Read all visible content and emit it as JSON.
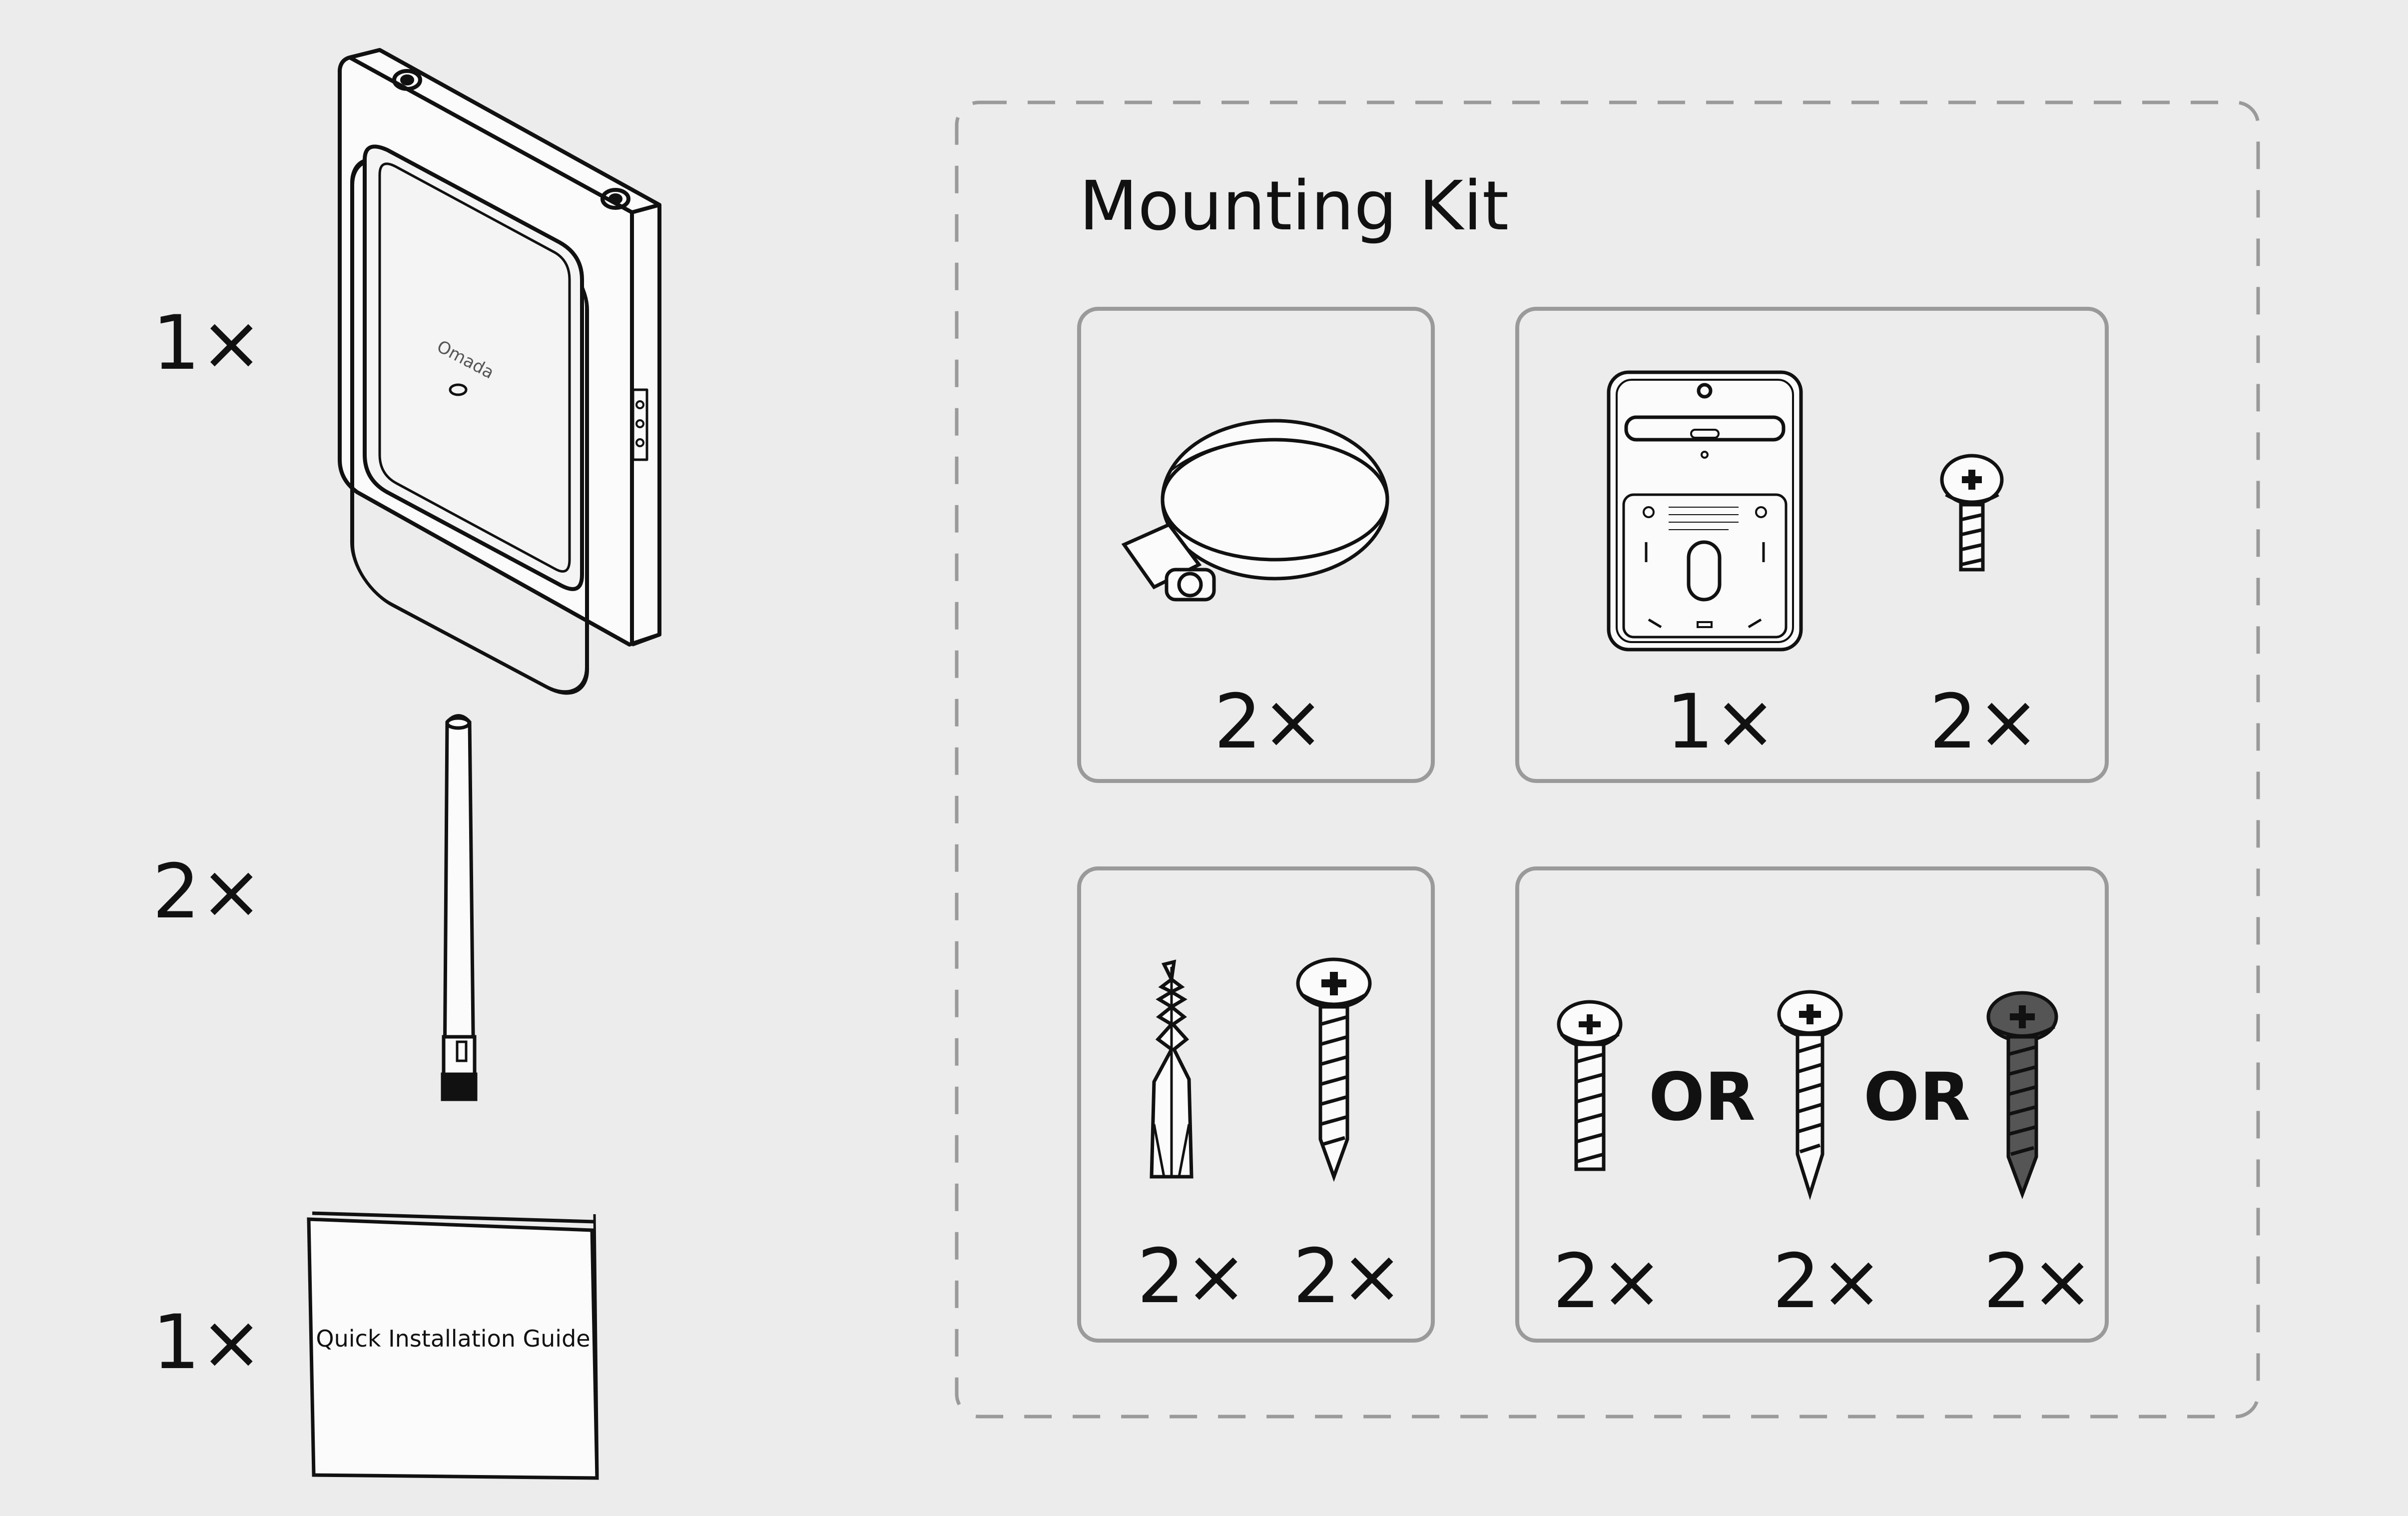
{
  "contents": {
    "router_qty": "1×",
    "antenna_qty": "2×",
    "guide_qty": "1×",
    "guide_title": "Quick Installation Guide",
    "router_brand": "Omada"
  },
  "mounting_kit": {
    "title": "Mounting Kit",
    "clamp_qty": "2×",
    "plate_qty": "1×",
    "plate_screw_qty": "2×",
    "anchor_qty": "2×",
    "wall_screw_qty": "2×",
    "screw_option_1_qty": "2×",
    "screw_option_2_qty": "2×",
    "screw_option_3_qty": "2×",
    "or_1": "OR",
    "or_2": "OR"
  },
  "colors": {
    "background": "#ececec",
    "line": "#111111",
    "box_border": "#9a9a9a",
    "dark_screw": "#555555"
  }
}
